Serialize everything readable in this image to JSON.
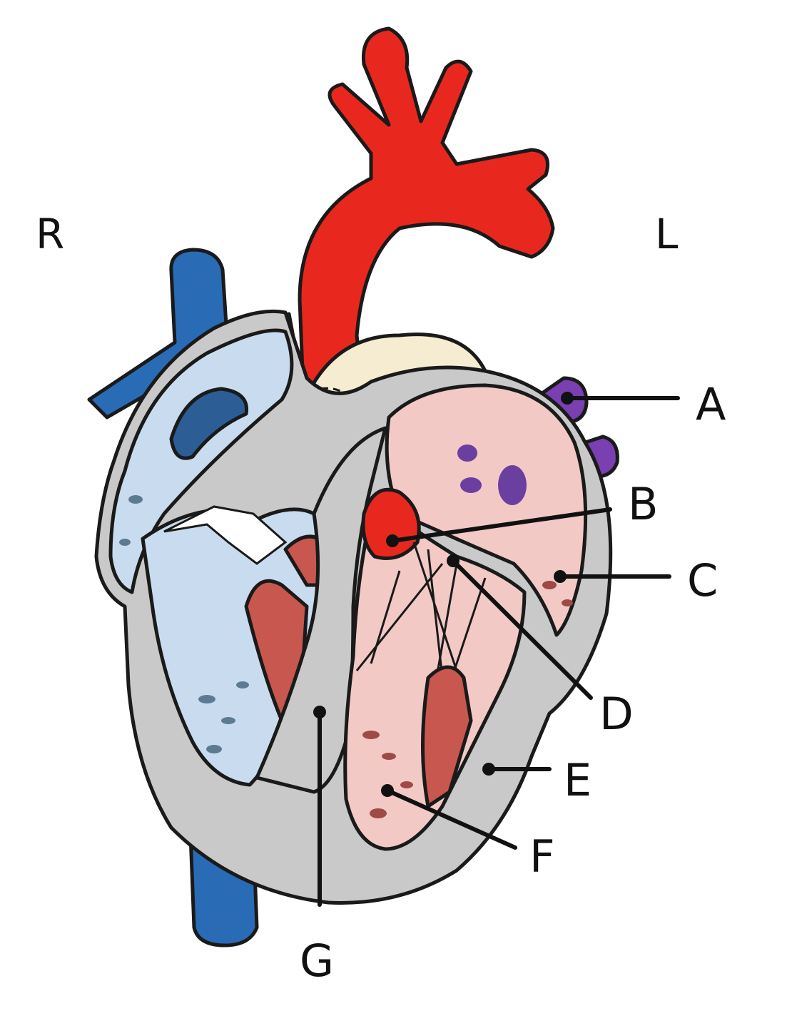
{
  "side_labels": {
    "right": "R",
    "left": "L"
  },
  "labels": {
    "A": "A",
    "B": "B",
    "C": "C",
    "D": "D",
    "E": "E",
    "F": "F",
    "G": "G"
  },
  "colors": {
    "aorta": "#e8281e",
    "vena_cava": "#2a6bb5",
    "pulmonary_vein": "#7a3fb0",
    "right_chambers": "#c9dcef",
    "left_chambers": "#f3c9c6",
    "myocardium": "#c9c9c9",
    "papillary_muscle": "#c8574f",
    "pulmonary_artery": "#f5ecd2"
  }
}
